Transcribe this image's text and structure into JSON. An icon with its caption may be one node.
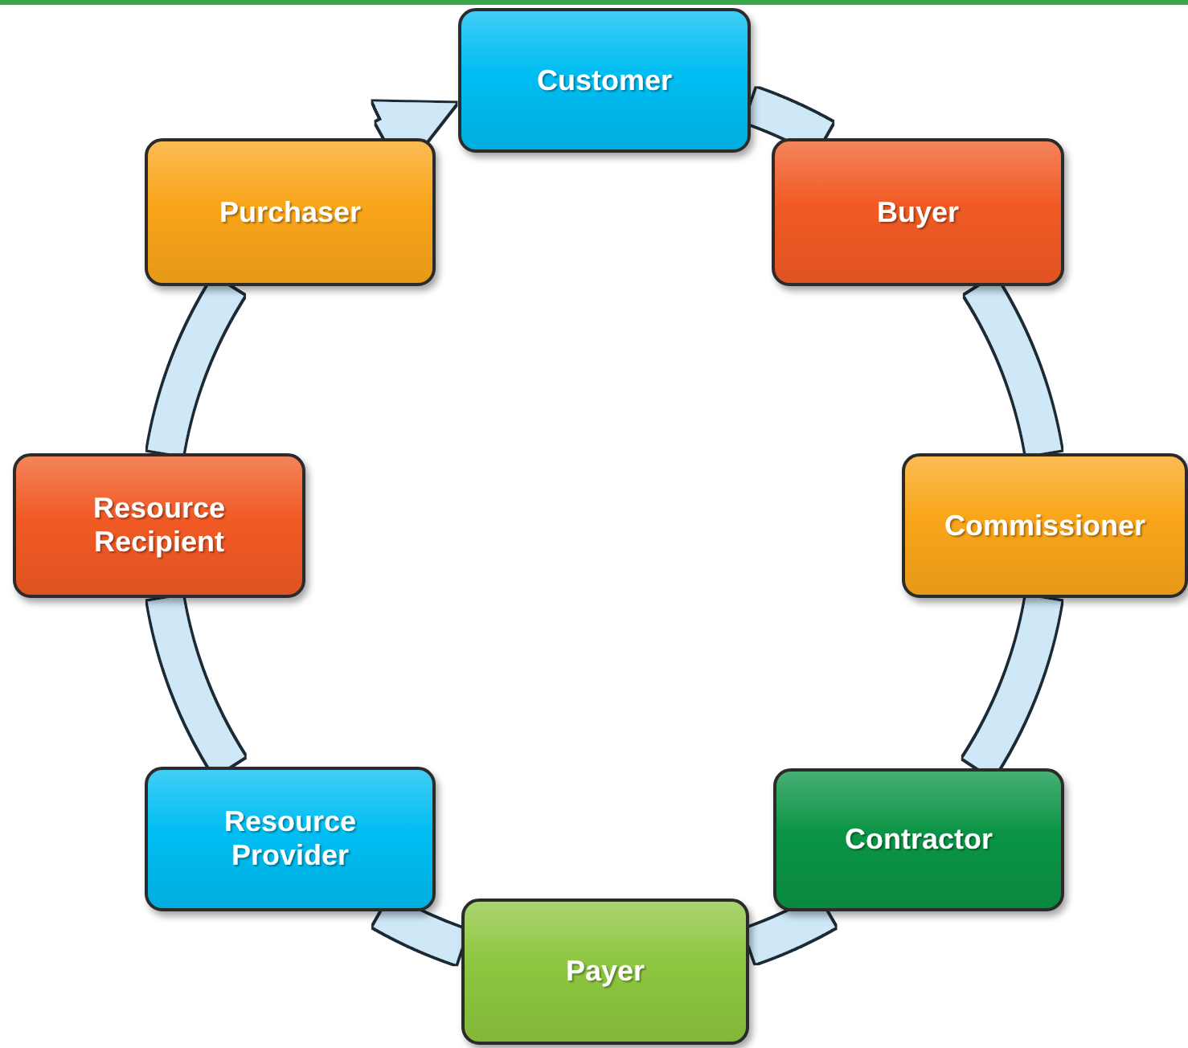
{
  "diagram": {
    "nodes": [
      {
        "text": [
          "Customer"
        ]
      },
      {
        "text": [
          "Buyer"
        ]
      },
      {
        "text": [
          "Commissioner"
        ]
      },
      {
        "text": [
          "Contractor"
        ]
      },
      {
        "text": [
          "Payer"
        ]
      },
      {
        "text": [
          "Resource Provider"
        ]
      },
      {
        "text": [
          "Resource Recipient"
        ]
      },
      {
        "text": [
          "Purchaser"
        ]
      }
    ],
    "edges": [
      {
        "from": 0,
        "to": 1,
        "arrow": "none"
      },
      {
        "from": 1,
        "to": 2,
        "arrow": "none"
      },
      {
        "from": 2,
        "to": 3,
        "arrow": "none"
      },
      {
        "from": 3,
        "to": 4,
        "arrow": "none"
      },
      {
        "from": 4,
        "to": 5,
        "arrow": "none"
      },
      {
        "from": 5,
        "to": 6,
        "arrow": "none"
      },
      {
        "from": 6,
        "to": 7,
        "arrow": "none"
      },
      {
        "from": 7,
        "to": 0,
        "arrow": "to"
      }
    ]
  }
}
